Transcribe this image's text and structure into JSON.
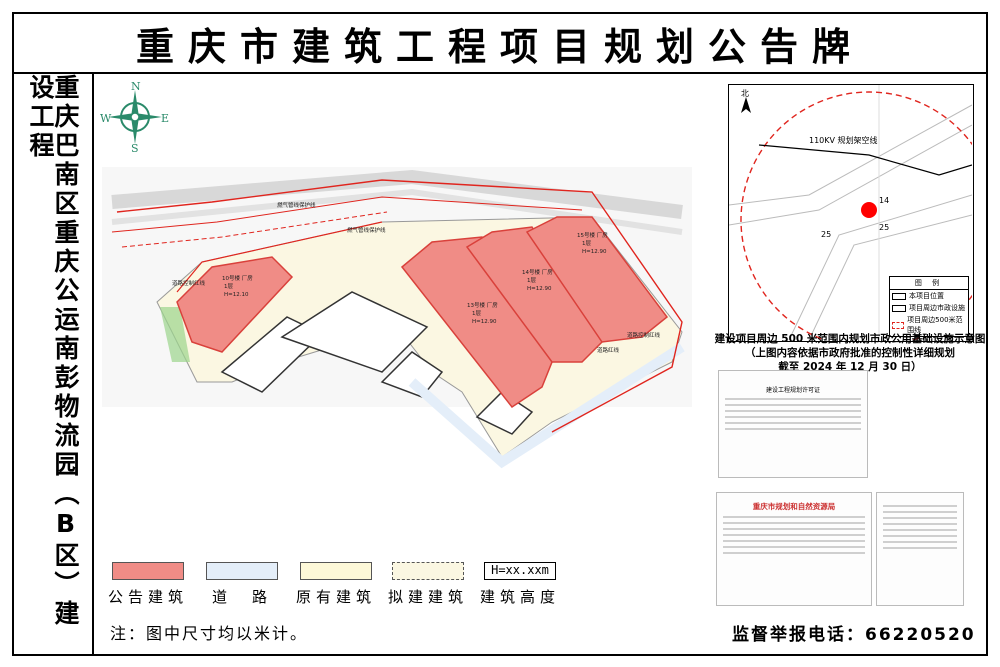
{
  "header": {
    "title": "重庆市建筑工程项目规划公告牌"
  },
  "sidebar": {
    "project_name": "重庆巴南区重庆公运南彭物流园（B区）建设工程"
  },
  "site_plan": {
    "compass": {
      "n": "N",
      "s": "S",
      "w": "W",
      "e": "E"
    },
    "buildings": [
      {
        "name": "10号楼 厂房",
        "floors": "1层",
        "height": "H=12.10"
      },
      {
        "name": "13号楼 厂房",
        "floors": "1层",
        "height": "H=12.90"
      },
      {
        "name": "14号楼 厂房",
        "floors": "1层",
        "height": "H=12.90"
      },
      {
        "name": "15号楼 厂房",
        "floors": "1层",
        "height": "H=12.90"
      }
    ],
    "labels": {
      "gas_line_1": "燃气管线保护线",
      "gas_line_2": "燃气管线保护线",
      "road_control_1": "道路控制红线",
      "road_control_2": "道路控制红线",
      "road_red_line": "道路红线"
    }
  },
  "inset_map": {
    "north": "北",
    "power_line": "110KV 规划架空线",
    "road_1": "25",
    "road_2": "25",
    "road_3": "14",
    "legend_title": "图 例",
    "legend_items": [
      "本项目位置",
      "项目周边市政设施",
      "项目周边500米范围线"
    ],
    "caption_line1": "建设项目周边 500 米范围内规划市政公用基础设施示意图",
    "caption_line2": "（上图内容依据市政府批准的控制性详细规划",
    "caption_line3": "截至 2024 年 12 月 30 日）"
  },
  "permits": {
    "permit1_title": "建设工程规划许可证",
    "permit2_title": "重庆市规划和自然资源局"
  },
  "legend": {
    "items": [
      {
        "label": "公告建筑",
        "color": "#f08c86"
      },
      {
        "label": "道　路",
        "color": "#e4eef9"
      },
      {
        "label": "原有建筑",
        "color": "#fdf8d8"
      },
      {
        "label": "拟建建筑",
        "color": "#fbf7e2"
      }
    ],
    "height_sample": "H=xx.xxm",
    "height_label": "建筑高度"
  },
  "footer": {
    "note": "注：图中尺寸均以米计。",
    "hotline": "监督举报电话：66220520"
  },
  "colors": {
    "announced": "#f08c86",
    "red_line": "#e0251e",
    "existing": "#fdf8d8",
    "road": "#e4eef9"
  }
}
